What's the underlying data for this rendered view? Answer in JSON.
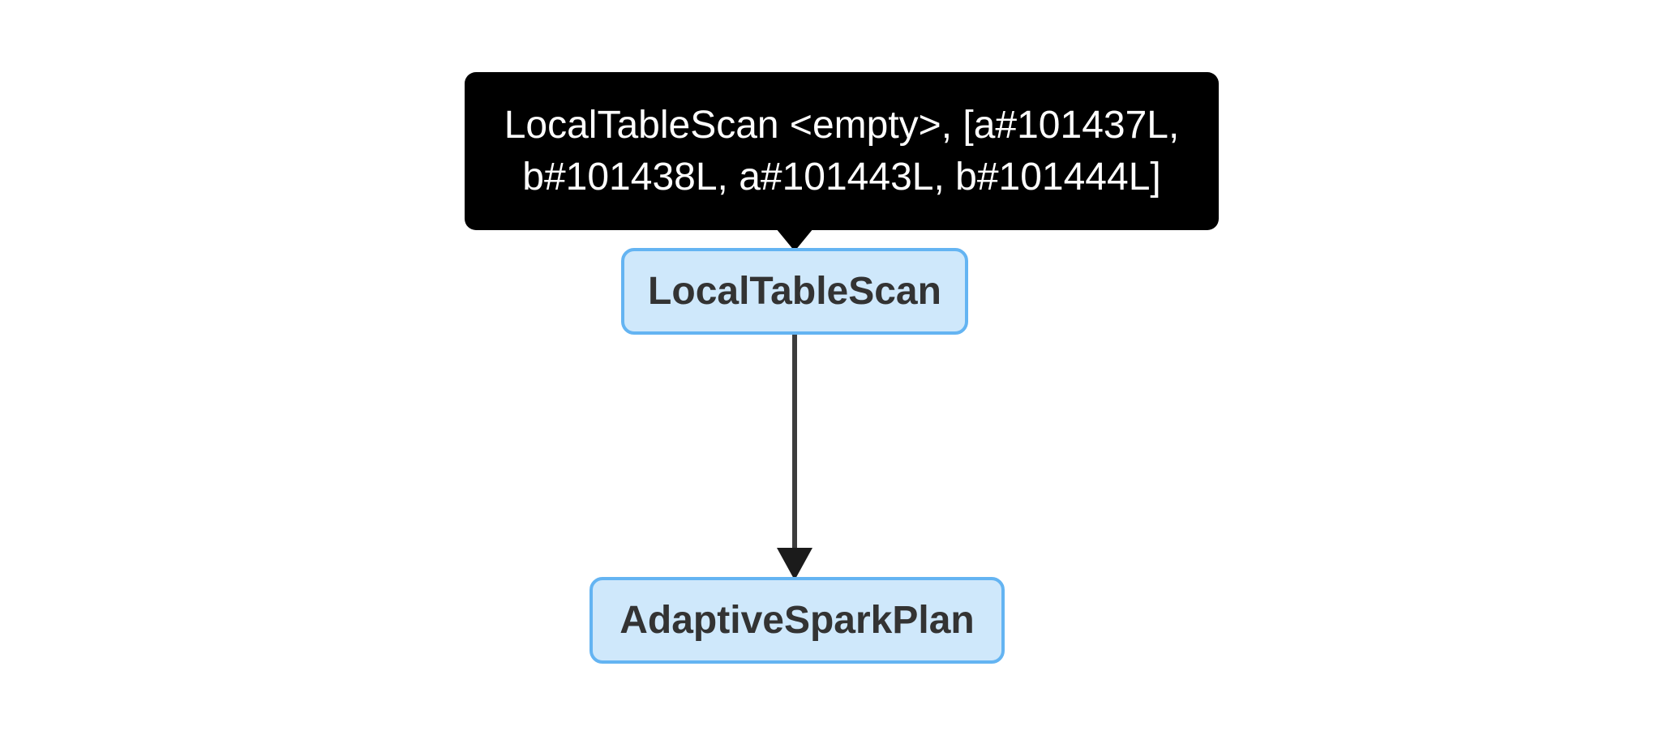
{
  "diagram": {
    "type": "spark-query-plan-dag",
    "colors": {
      "background": "#ffffff",
      "tooltip_bg": "#000000",
      "tooltip_text": "#ffffff",
      "node_fill": "#cfe8fb",
      "node_border": "#64b4f2",
      "node_text": "#333333",
      "edge_line": "#3d3d3d",
      "edge_head": "#1b1b1b"
    },
    "tooltip": {
      "text": "LocalTableScan <empty>, [a#101437L, b#101438L, a#101443L, b#101444L]",
      "lines": [
        "LocalTableScan <empty>, [a#101437L,",
        "b#101438L, a#101443L, b#101444L]"
      ],
      "attached_to": "LocalTableScan"
    },
    "nodes": [
      {
        "label": "LocalTableScan"
      },
      {
        "label": "AdaptiveSparkPlan"
      }
    ],
    "edges": [
      {
        "from": "LocalTableScan",
        "to": "AdaptiveSparkPlan"
      }
    ]
  }
}
